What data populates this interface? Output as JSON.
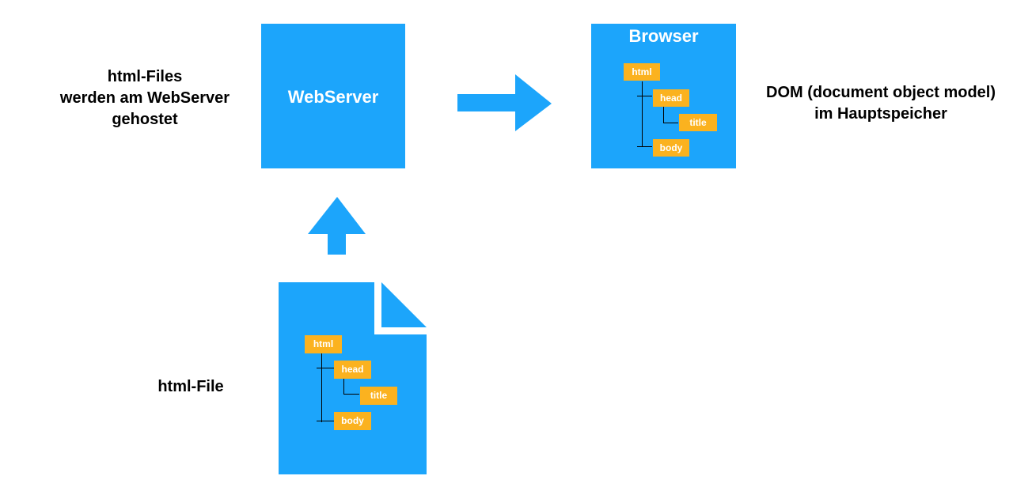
{
  "labels": {
    "files_lines": [
      "html-Files",
      "werden am WebServer",
      "gehostet"
    ],
    "file": "html-File",
    "dom_lines": [
      "DOM (document object model)",
      "im Hauptspeicher"
    ]
  },
  "webserver": {
    "title": "WebServer"
  },
  "browser": {
    "title": "Browser",
    "tree": {
      "root": "html",
      "child1": "head",
      "grandchild": "title",
      "child2": "body"
    }
  },
  "file_doc": {
    "tree": {
      "root": "html",
      "child1": "head",
      "grandchild": "title",
      "child2": "body"
    }
  },
  "colors": {
    "box": "#1ca5fb",
    "node": "#fbb21f",
    "text": "#000000",
    "box_text": "#ffffff"
  }
}
